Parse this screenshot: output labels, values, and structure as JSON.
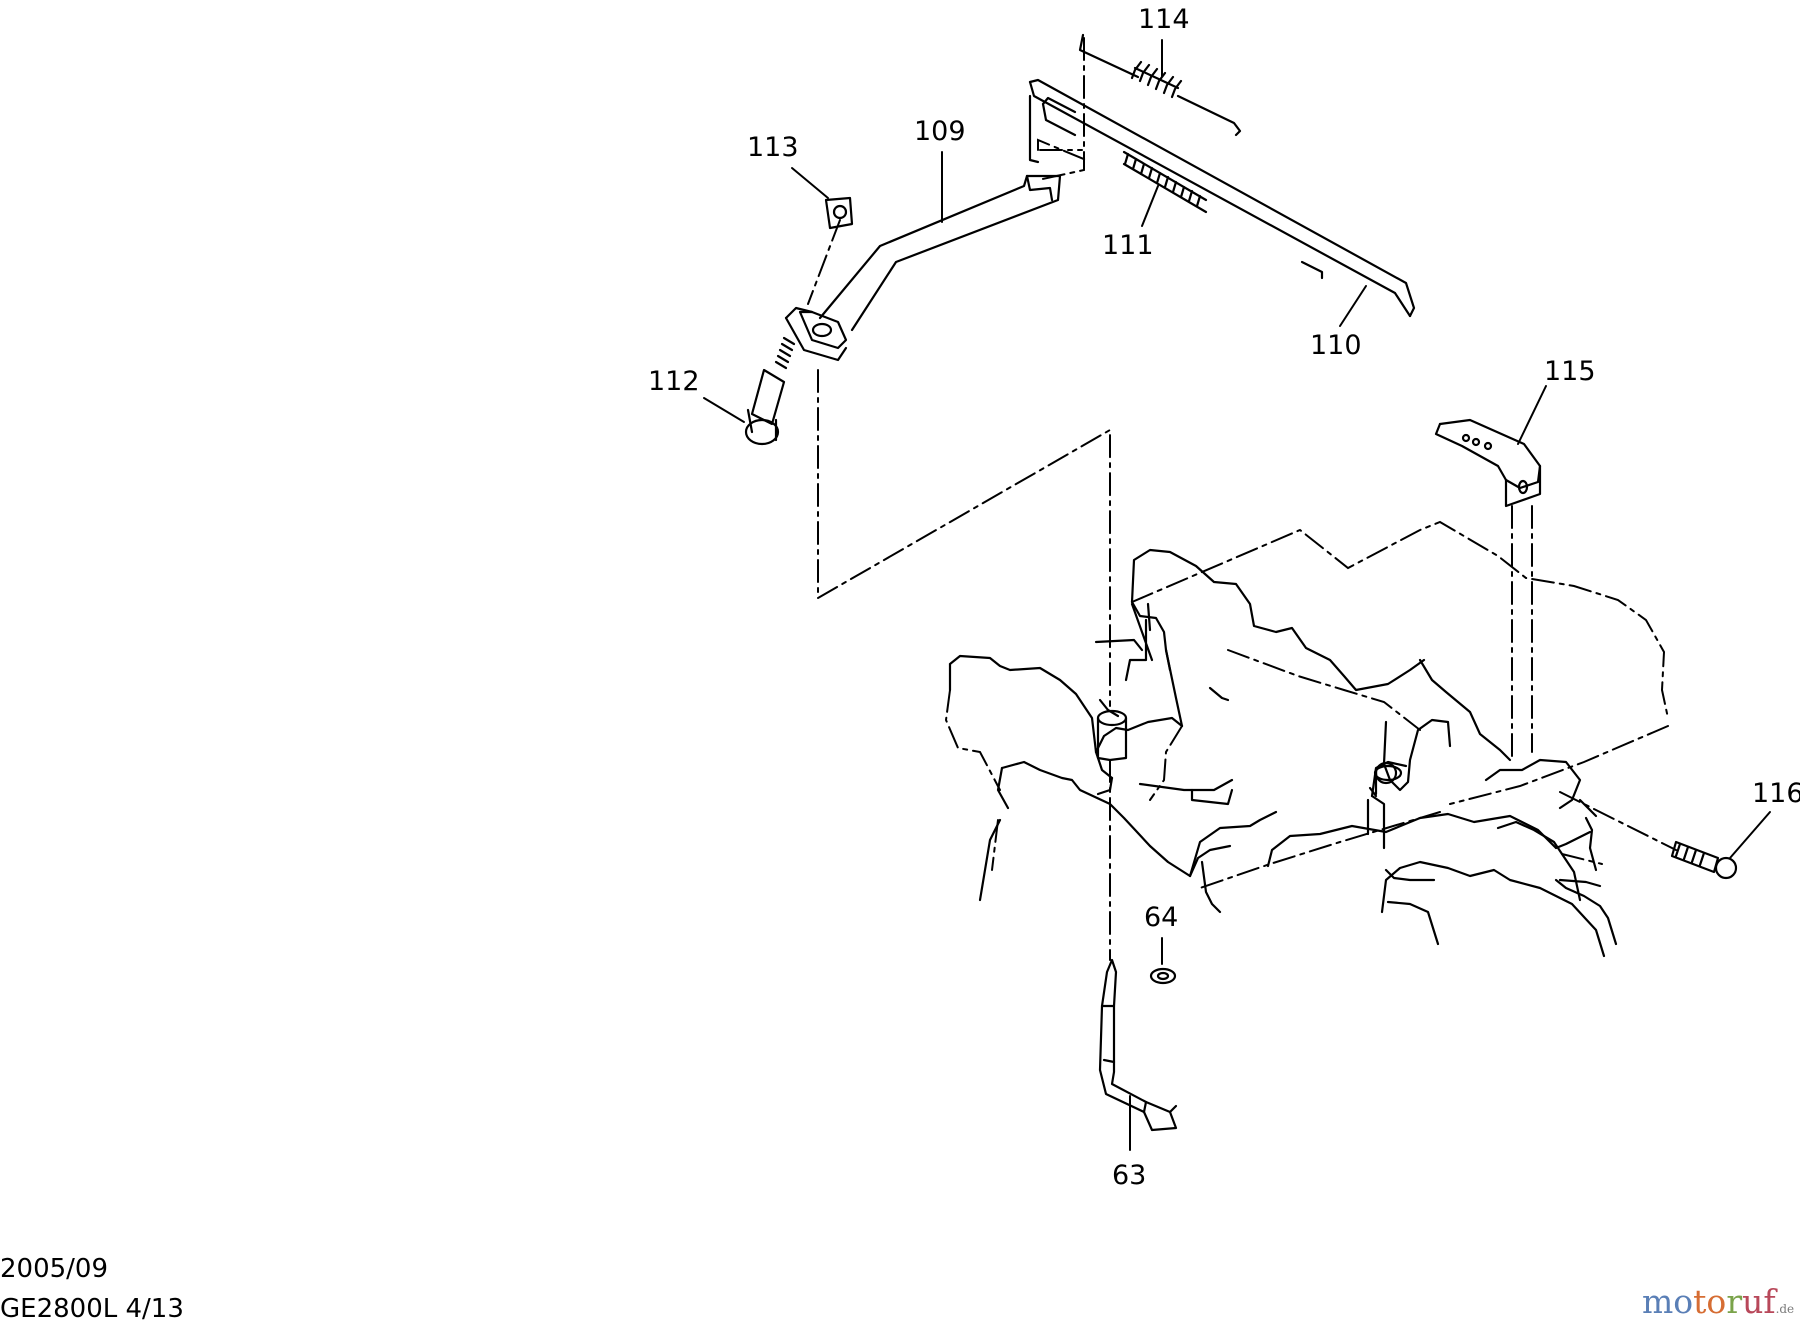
{
  "diagram": {
    "callouts": [
      "114",
      "109",
      "113",
      "111",
      "110",
      "112",
      "115",
      "116",
      "64",
      "63"
    ]
  },
  "footer": {
    "date": "2005/09",
    "model_page": "GE2800L 4/13"
  },
  "watermark": {
    "parts": [
      "mo",
      "to",
      "r",
      "uf"
    ],
    "tld": ".de"
  }
}
